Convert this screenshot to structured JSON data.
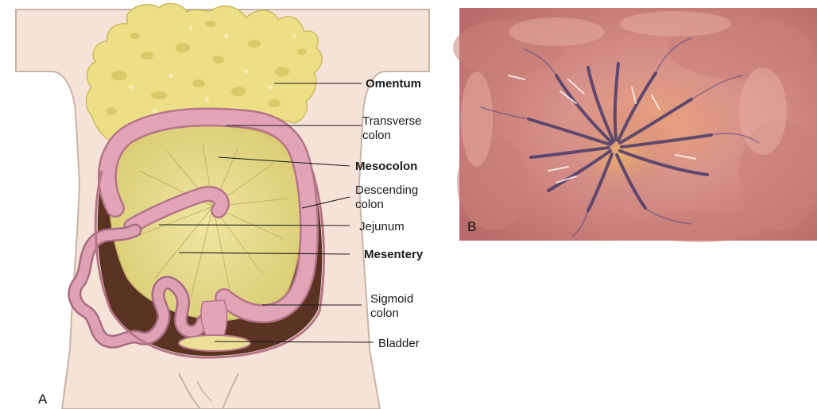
{
  "panels": [
    {
      "id": "A",
      "letter": "A"
    },
    {
      "id": "B",
      "letter": "B"
    }
  ],
  "labels": {
    "omentum": {
      "lines": [
        "Omentum"
      ],
      "bold": true
    },
    "transverse_colon": {
      "lines": [
        "Transverse",
        "colon"
      ],
      "bold": false
    },
    "mesocolon": {
      "lines": [
        "Mesocolon"
      ],
      "bold": true
    },
    "descending_colon": {
      "lines": [
        "Descending",
        "colon"
      ],
      "bold": false
    },
    "jejunum": {
      "lines": [
        "Jejunum"
      ],
      "bold": false
    },
    "mesentery": {
      "lines": [
        "Mesentery"
      ],
      "bold": true
    },
    "sigmoid_colon": {
      "lines": [
        "Sigmoid",
        "colon"
      ],
      "bold": false
    },
    "bladder": {
      "lines": [
        "Bladder"
      ],
      "bold": false
    }
  },
  "colors": {
    "skin": "#f6e3d8",
    "skin_outline": "#c9b3a6",
    "omentum": "#ecdf86",
    "omentum_dark": "#d8c665",
    "mesentery": "#e5dc8e",
    "colon": "#e2a5b8",
    "colon_dark": "#b57488",
    "cavity": "#5a3323",
    "photo_tissue": "#d8968a",
    "photo_vessel": "#4a3a6a"
  }
}
